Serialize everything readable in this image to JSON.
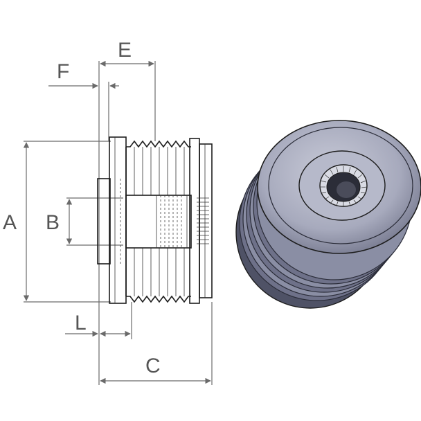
{
  "drawing": {
    "dimension_labels": {
      "a": "A",
      "b": "B",
      "c": "C",
      "e": "E",
      "f": "F",
      "l": "L"
    },
    "colors": {
      "metal_light": "#b9bccd",
      "metal_mid": "#8a8ea4",
      "metal_dark": "#4f5266",
      "dimension_lines": "#6a6a6a",
      "label_text": "#555555"
    }
  }
}
